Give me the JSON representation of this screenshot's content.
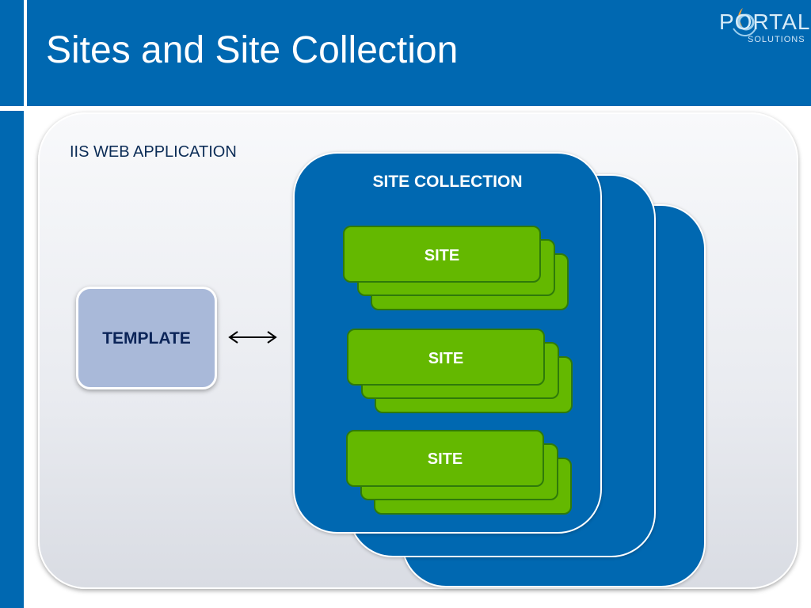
{
  "slide": {
    "title": "Sites and Site Collection",
    "logo": {
      "word": "PORTAL",
      "sub": "SOLUTIONS"
    }
  },
  "diagram": {
    "web_application_label": "IIS WEB APPLICATION",
    "site_collection_label": "SITE COLLECTION",
    "template_label": "TEMPLATE",
    "sites": [
      {
        "label": "SITE"
      },
      {
        "label": "SITE"
      },
      {
        "label": "SITE"
      }
    ]
  },
  "colors": {
    "brand_blue": "#0068b1",
    "site_green": "#64b800",
    "site_border": "#2f7a0a",
    "template_fill": "#a9b9d9",
    "label_dark_blue": "#0b2c56",
    "logo_orange": "#f2a23a"
  },
  "icons": {
    "logo": "portal-solutions-logo",
    "arrow": "double-headed-arrow"
  }
}
